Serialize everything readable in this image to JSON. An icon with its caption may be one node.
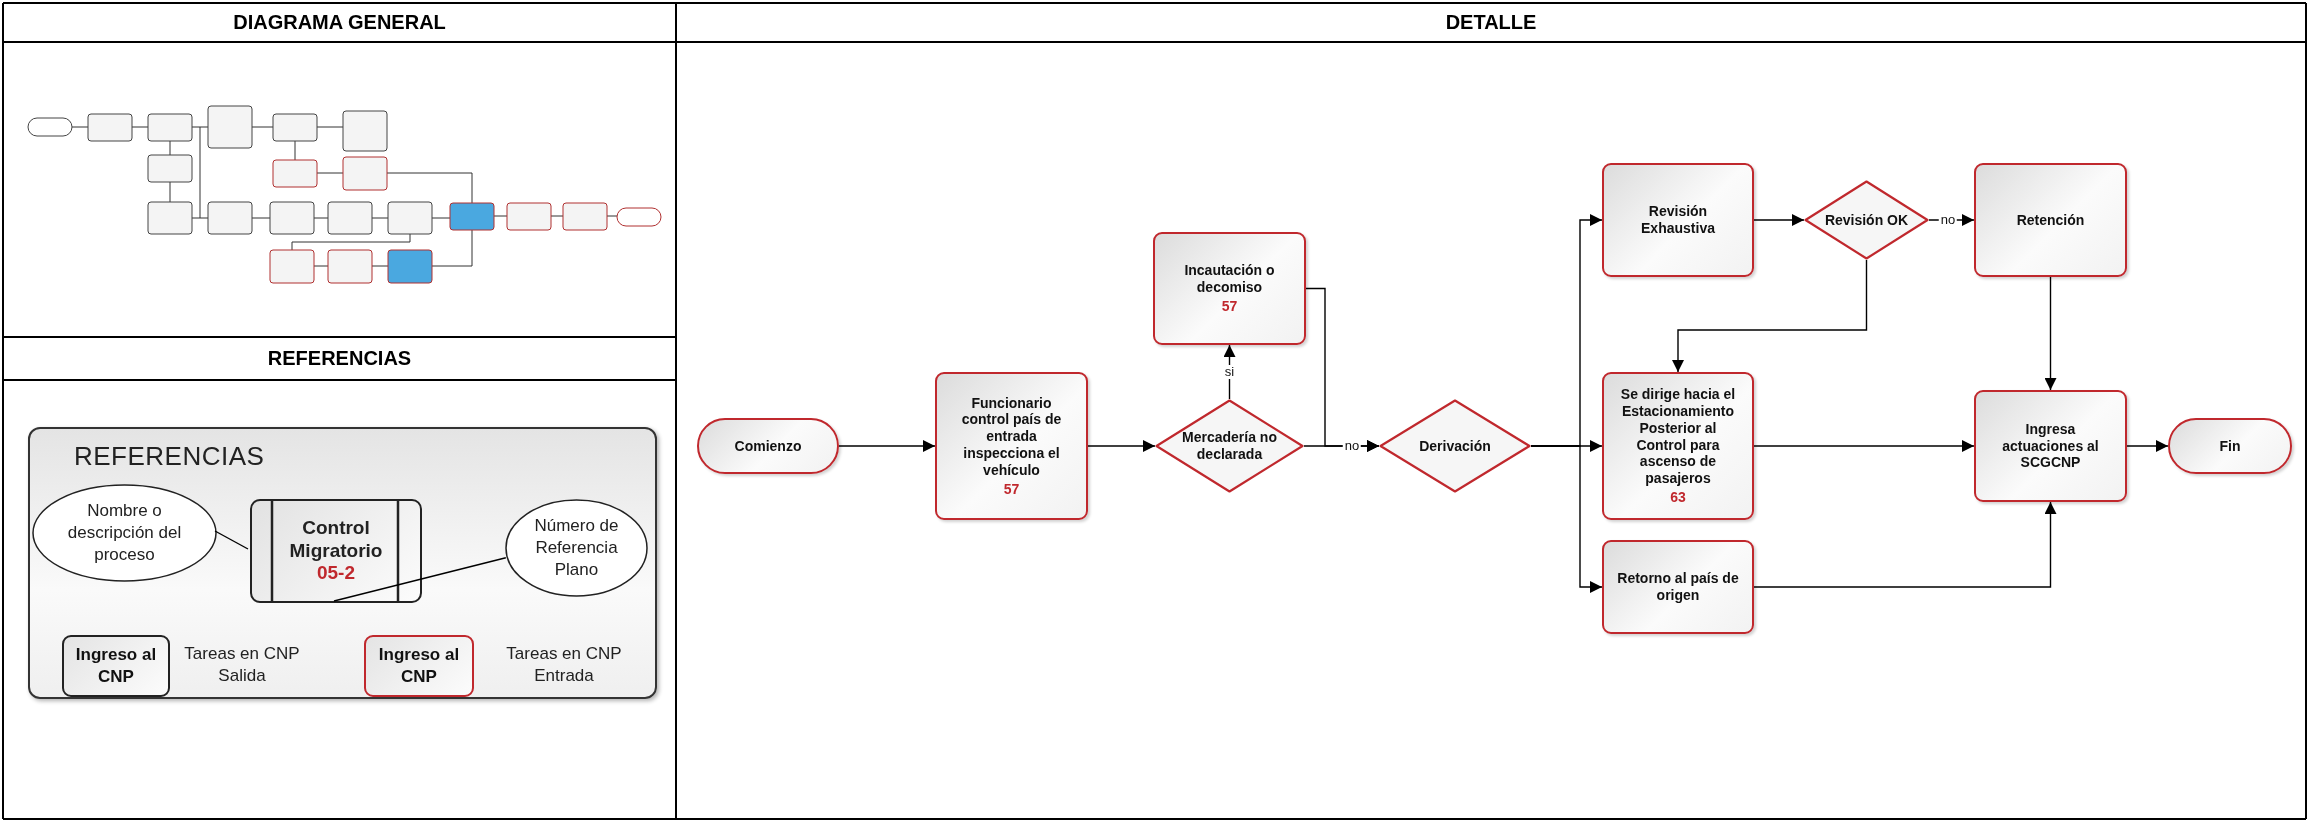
{
  "diagram": {
    "nodes": [
      {
        "text": [
          "Comienzo"
        ]
      },
      {
        "text": [
          "Funcionario control país de entrada inspecciona el vehículo",
          "57"
        ]
      },
      {
        "text": [
          "Incautación o decomiso",
          "57"
        ]
      },
      {
        "text": [
          "Mercadería no declarada"
        ]
      },
      {
        "text": [
          "Derivación"
        ]
      },
      {
        "text": [
          "Revisión Exhaustiva"
        ]
      },
      {
        "text": [
          "Revisión OK"
        ]
      },
      {
        "text": [
          "Retención"
        ]
      },
      {
        "text": [
          "Se dirige hacia el Estacionamiento Posterior al Control para ascenso de pasajeros",
          "63"
        ]
      },
      {
        "text": [
          "Retorno al país de origen"
        ]
      },
      {
        "text": [
          "Ingresa actuaciones al SCGCNP"
        ]
      },
      {
        "text": [
          "Fin"
        ]
      },
      {
        "text": [
          "REFERENCIAS"
        ]
      },
      {
        "text": [
          "Nombre o descripción del proceso"
        ],
        "in": 12
      },
      {
        "text": [
          "Control Migratorio",
          "05-2"
        ],
        "in": 12
      },
      {
        "text": [
          "Número de Referencia Plano"
        ],
        "in": 12
      },
      {
        "text": [
          "Ingreso al CNP"
        ],
        "beside": [
          "Tareas en CNP Salida"
        ],
        "in": 12
      },
      {
        "text": [
          "Ingreso al CNP"
        ],
        "beside": [
          "Tareas en CNP Entrada"
        ],
        "in": 12
      }
    ],
    "edges": [
      {
        "from": 0,
        "to": 1,
        "arrow": "to"
      },
      {
        "from": 1,
        "to": 3,
        "arrow": "to"
      },
      {
        "from": 3,
        "to": 2,
        "arrow": "to",
        "label": "si"
      },
      {
        "from": 3,
        "to": 4,
        "arrow": "to",
        "label": "no"
      },
      {
        "from": 2,
        "to": 4,
        "arrow": "to"
      },
      {
        "from": 4,
        "to": 5,
        "arrow": "to"
      },
      {
        "from": 4,
        "to": 8,
        "arrow": "to"
      },
      {
        "from": 4,
        "to": 9,
        "arrow": "to"
      },
      {
        "from": 5,
        "to": 6,
        "arrow": "to"
      },
      {
        "from": 6,
        "to": 7,
        "arrow": "to",
        "label": "no"
      },
      {
        "from": 6,
        "to": 8,
        "arrow": "to"
      },
      {
        "from": 7,
        "to": 10,
        "arrow": "to"
      },
      {
        "from": 8,
        "to": 10,
        "arrow": "to"
      },
      {
        "from": 9,
        "to": 10,
        "arrow": "to"
      },
      {
        "from": 10,
        "to": 11,
        "arrow": "to"
      },
      {
        "from": 13,
        "to": 14,
        "arrow": "none"
      },
      {
        "from": 15,
        "to": 14,
        "arrow": "none"
      }
    ],
    "labels": [
      "DIAGRAMA GENERAL",
      "DETALLE",
      "REFERENCIAS"
    ]
  }
}
